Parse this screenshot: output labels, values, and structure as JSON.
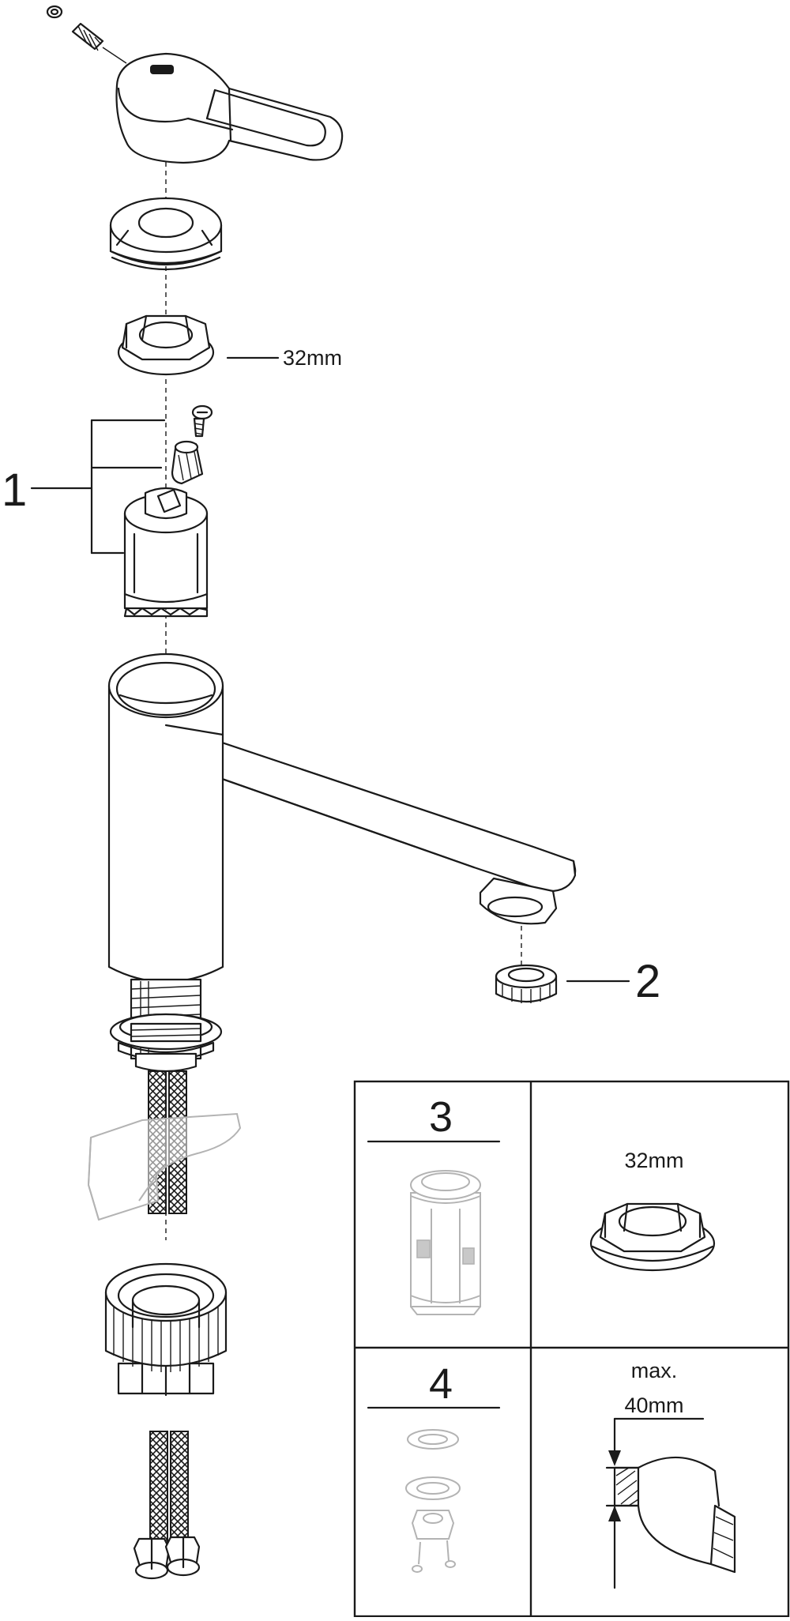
{
  "callouts": {
    "one": "1",
    "two": "2",
    "nut_size": "32mm"
  },
  "table": {
    "cell_3_number": "3",
    "cell_4_number": "4",
    "nut_size": "32mm",
    "max_label": "max.",
    "thickness_label": "40mm"
  },
  "colors": {
    "line": "#1a1a1a",
    "accessory_grey": "#b3b3b3",
    "background": "#ffffff"
  }
}
